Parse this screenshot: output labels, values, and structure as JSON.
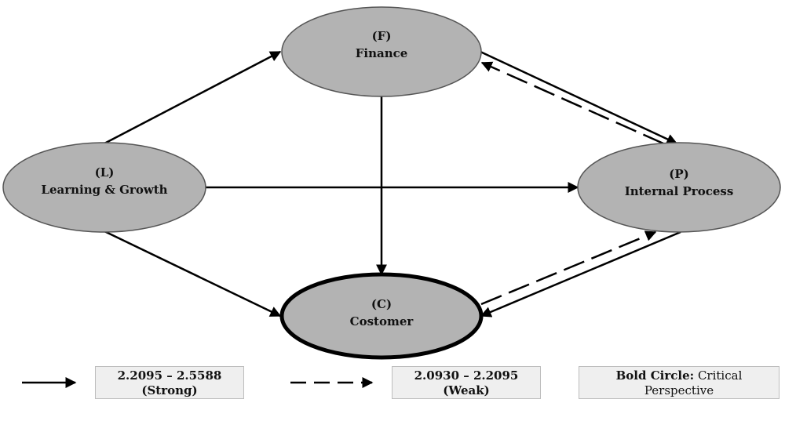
{
  "nodes": {
    "finance": {
      "code": "(F)",
      "label": "Finance"
    },
    "learning": {
      "code": "(L)",
      "label": "Learning & Growth"
    },
    "process": {
      "code": "(P)",
      "label": "Internal Process"
    },
    "customer": {
      "code": "(C)",
      "label": "Costomer"
    }
  },
  "edges": [
    {
      "from": "learning",
      "to": "finance",
      "style": "strong"
    },
    {
      "from": "learning",
      "to": "process",
      "style": "strong"
    },
    {
      "from": "learning",
      "to": "customer",
      "style": "strong"
    },
    {
      "from": "finance",
      "to": "customer",
      "style": "strong"
    },
    {
      "from": "finance",
      "to": "process",
      "style": "strong"
    },
    {
      "from": "process",
      "to": "finance",
      "style": "weak"
    },
    {
      "from": "process",
      "to": "customer",
      "style": "strong"
    },
    {
      "from": "customer",
      "to": "process",
      "style": "weak"
    }
  ],
  "legend": {
    "strong": {
      "range": "2.2095 – 2.5588",
      "label": "(Strong)"
    },
    "weak": {
      "range": "2.0930 – 2.2095",
      "label": "(Weak)"
    },
    "bold_circle": {
      "term": "Bold Circle:",
      "line1": "Critical",
      "line2": "Perspective"
    }
  },
  "colors": {
    "node_fill": "#b3b3b3",
    "stroke": "#000000",
    "legend_fill": "#efefef"
  }
}
